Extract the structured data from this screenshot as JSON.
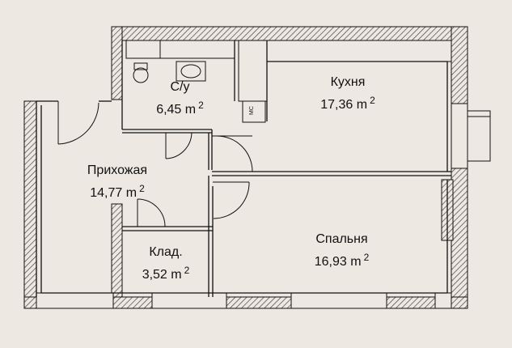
{
  "rooms": {
    "bathroom": {
      "name": "С/у",
      "area": "6,45 m",
      "sup": "2"
    },
    "kitchen": {
      "name": "Кухня",
      "area": "17,36 m",
      "sup": "2"
    },
    "hallway": {
      "name": "Прихожая",
      "area": "14,77 m",
      "sup": "2"
    },
    "storage": {
      "name": "Клад.",
      "area": "3,52 m",
      "sup": "2"
    },
    "bedroom": {
      "name": "Спальня",
      "area": "16,93 m",
      "sup": "2"
    }
  },
  "fixtures": {
    "mc_label": "МС"
  },
  "colors": {
    "background": "#ede8e1",
    "wall_line": "#111111",
    "hatch": "#555555"
  }
}
